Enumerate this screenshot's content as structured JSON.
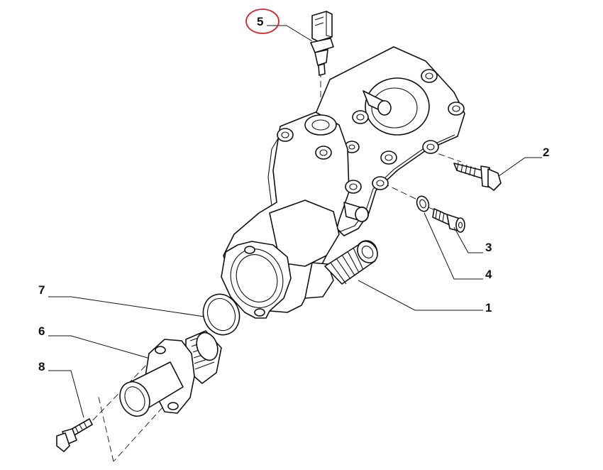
{
  "diagram": {
    "callouts": [
      {
        "id": "1",
        "label": "1"
      },
      {
        "id": "2",
        "label": "2"
      },
      {
        "id": "3",
        "label": "3"
      },
      {
        "id": "4",
        "label": "4"
      },
      {
        "id": "5",
        "label": "5"
      },
      {
        "id": "6",
        "label": "6"
      },
      {
        "id": "7",
        "label": "7"
      },
      {
        "id": "8",
        "label": "8"
      }
    ],
    "highlight": {
      "callout": "5",
      "color": "#d7262b"
    },
    "line_color": "#111111"
  }
}
